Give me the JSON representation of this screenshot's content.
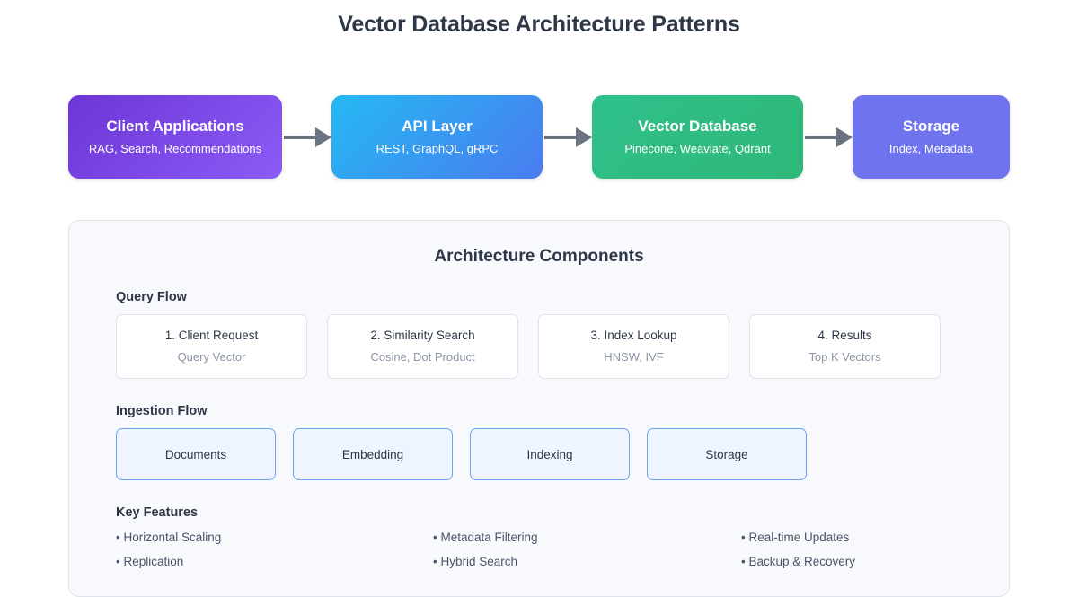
{
  "page": {
    "title": "Vector Database Architecture Patterns"
  },
  "flow": {
    "arrow_icon": "arrow-right-icon",
    "boxes": [
      {
        "title": "Client Applications",
        "subtitle": "RAG, Search, Recommendations",
        "color": "#8b5cf6"
      },
      {
        "title": "API Layer",
        "subtitle": "REST, GraphQL, gRPC",
        "color": "#4a7bf0"
      },
      {
        "title": "Vector Database",
        "subtitle": "Pinecone, Weaviate, Qdrant",
        "color": "#2fb879"
      },
      {
        "title": "Storage",
        "subtitle": "Index, Metadata",
        "color": "#6f73ee"
      }
    ]
  },
  "panel": {
    "title": "Architecture Components",
    "query_flow": {
      "label": "Query Flow",
      "cards": [
        {
          "title": "1. Client Request",
          "subtitle": "Query Vector"
        },
        {
          "title": "2. Similarity Search",
          "subtitle": "Cosine, Dot Product"
        },
        {
          "title": "3. Index Lookup",
          "subtitle": "HNSW, IVF"
        },
        {
          "title": "4. Results",
          "subtitle": "Top K Vectors"
        }
      ]
    },
    "ingestion_flow": {
      "label": "Ingestion Flow",
      "boxes": [
        {
          "label": "Documents"
        },
        {
          "label": "Embedding"
        },
        {
          "label": "Indexing"
        },
        {
          "label": "Storage"
        }
      ]
    },
    "key_features": {
      "label": "Key Features",
      "items": [
        {
          "text": "• Horizontal Scaling"
        },
        {
          "text": "• Metadata Filtering"
        },
        {
          "text": "• Real-time Updates"
        },
        {
          "text": "• Replication"
        },
        {
          "text": "• Hybrid Search"
        },
        {
          "text": "• Backup & Recovery"
        }
      ]
    }
  }
}
